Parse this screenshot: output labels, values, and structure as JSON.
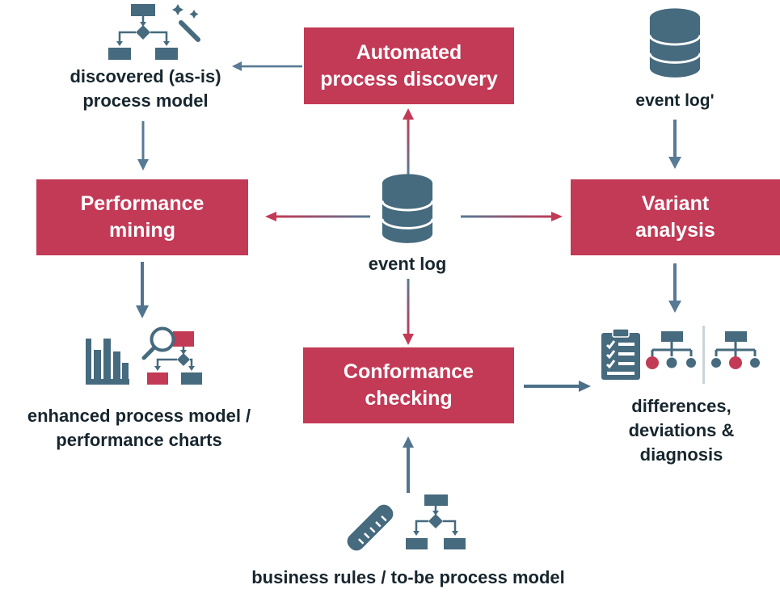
{
  "colors": {
    "accent_red": "#c23a56",
    "slate": "#466a7e",
    "arrow_slate": "#587a95",
    "text": "#17262e",
    "divider": "#ccd3d8",
    "white": "#ffffff"
  },
  "boxes": {
    "automated_process_discovery": {
      "line1": "Automated",
      "line2": "process discovery"
    },
    "performance_mining": {
      "line1": "Performance",
      "line2": "mining"
    },
    "variant_analysis": {
      "line1": "Variant",
      "line2": "analysis"
    },
    "conformance_checking": {
      "line1": "Conformance",
      "line2": "checking"
    }
  },
  "labels": {
    "discovered_line1": "discovered (as-is)",
    "discovered_line2": "process model",
    "event_log": "event log",
    "event_log_prime": "event log'",
    "enhanced_line1": "enhanced process model /",
    "enhanced_line2": "performance charts",
    "differences_line1": "differences,",
    "differences_line2": "deviations &",
    "differences_line3": "diagnosis",
    "business_rules": "business rules / to-be process model"
  },
  "icons": {
    "discovered_model": "process-tree-wand-icon",
    "event_log_db": "database-icon",
    "event_log_prime_db": "database-icon",
    "bar_chart": "bar-chart-icon",
    "magnifier_model": "magnifier-process-model-icon",
    "clipboard": "clipboard-checklist-icon",
    "variant_trees": "variant-comparison-trees-icon",
    "ruler": "ruler-icon",
    "to_be_model": "process-tree-icon"
  }
}
